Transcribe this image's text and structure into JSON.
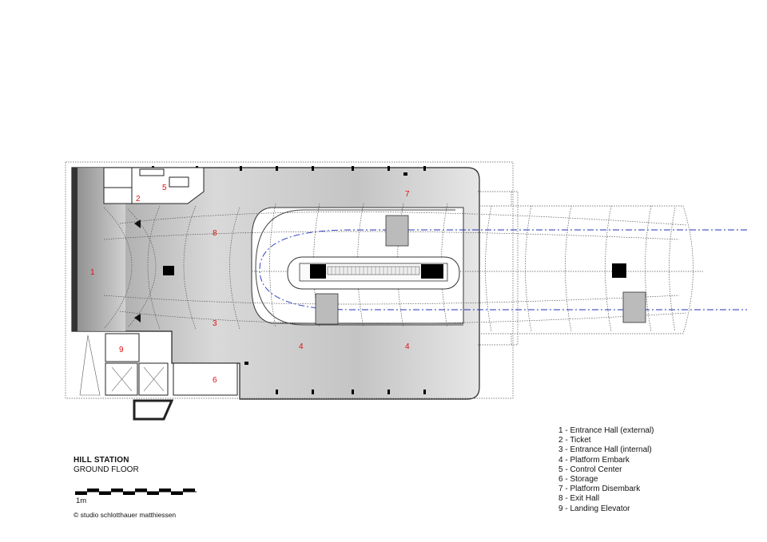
{
  "drawing": {
    "title": "HILL STATION",
    "subtitle": "GROUND FLOOR",
    "scale_label": "1m",
    "credit": "© studio schlotthauer matthiessen"
  },
  "rooms": [
    {
      "number": "1",
      "label": "Entrance Hall (external)"
    },
    {
      "number": "2",
      "label": "Ticket"
    },
    {
      "number": "3",
      "label": "Entrance Hall (internal)"
    },
    {
      "number": "4",
      "label": "Platform Embark"
    },
    {
      "number": "5",
      "label": "Control Center"
    },
    {
      "number": "6",
      "label": "Storage"
    },
    {
      "number": "7",
      "label": "Platform Disembark"
    },
    {
      "number": "8",
      "label": "Exit Hall"
    },
    {
      "number": "9",
      "label": "Landing Elevator"
    }
  ],
  "legend": [
    "1 - Entrance Hall (external)",
    "2 - Ticket",
    "3 - Entrance Hall (internal)",
    "4 - Platform Embark",
    "5 - Control Center",
    "6 - Storage",
    "7 - Platform Disembark",
    "8 - Exit Hall",
    "9 - Landing Elevator"
  ],
  "colors": {
    "room_number": "#dd1111",
    "track_axis": "#2233bb",
    "floor_shade": "#bdbdbd"
  }
}
